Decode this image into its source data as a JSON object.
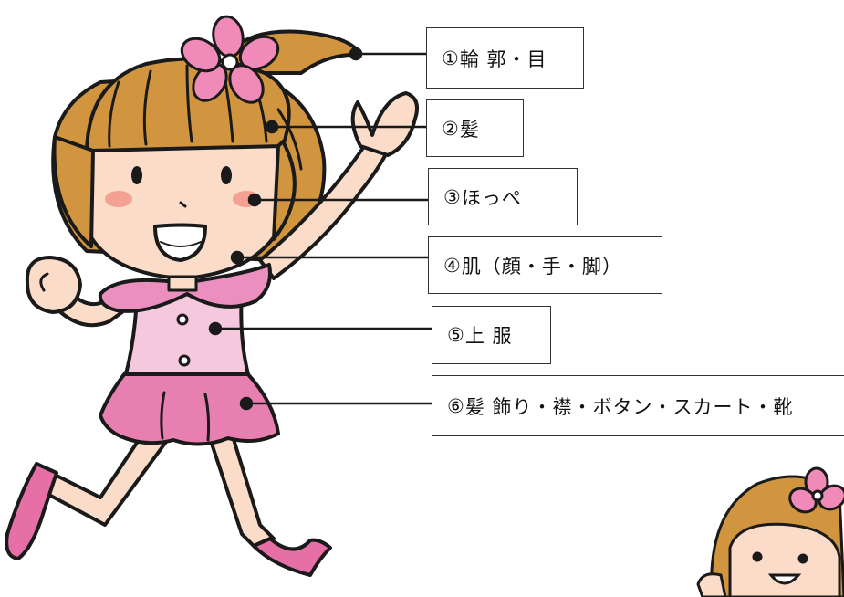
{
  "labels": [
    {
      "number": "①",
      "text": "輪 郭・目"
    },
    {
      "number": "②",
      "text": "髪"
    },
    {
      "number": "③",
      "text": "ほっぺ"
    },
    {
      "number": "④",
      "text": "肌（顔・手・脚）"
    },
    {
      "number": "⑤",
      "text": "上 服"
    },
    {
      "number": "⑥",
      "text": "髪 飾り・襟・ボタン・スカート・靴"
    }
  ],
  "colors": {
    "outline": "#1a1a1a",
    "hair": "#d2953f",
    "skin": "#fbdcc9",
    "cheek": "#f2a193",
    "dress": "#f6c8dd",
    "skirt": "#e77fb1",
    "collar": "#ea8fbe",
    "flower": "#f08ab9",
    "shoe": "#e66fa6"
  }
}
